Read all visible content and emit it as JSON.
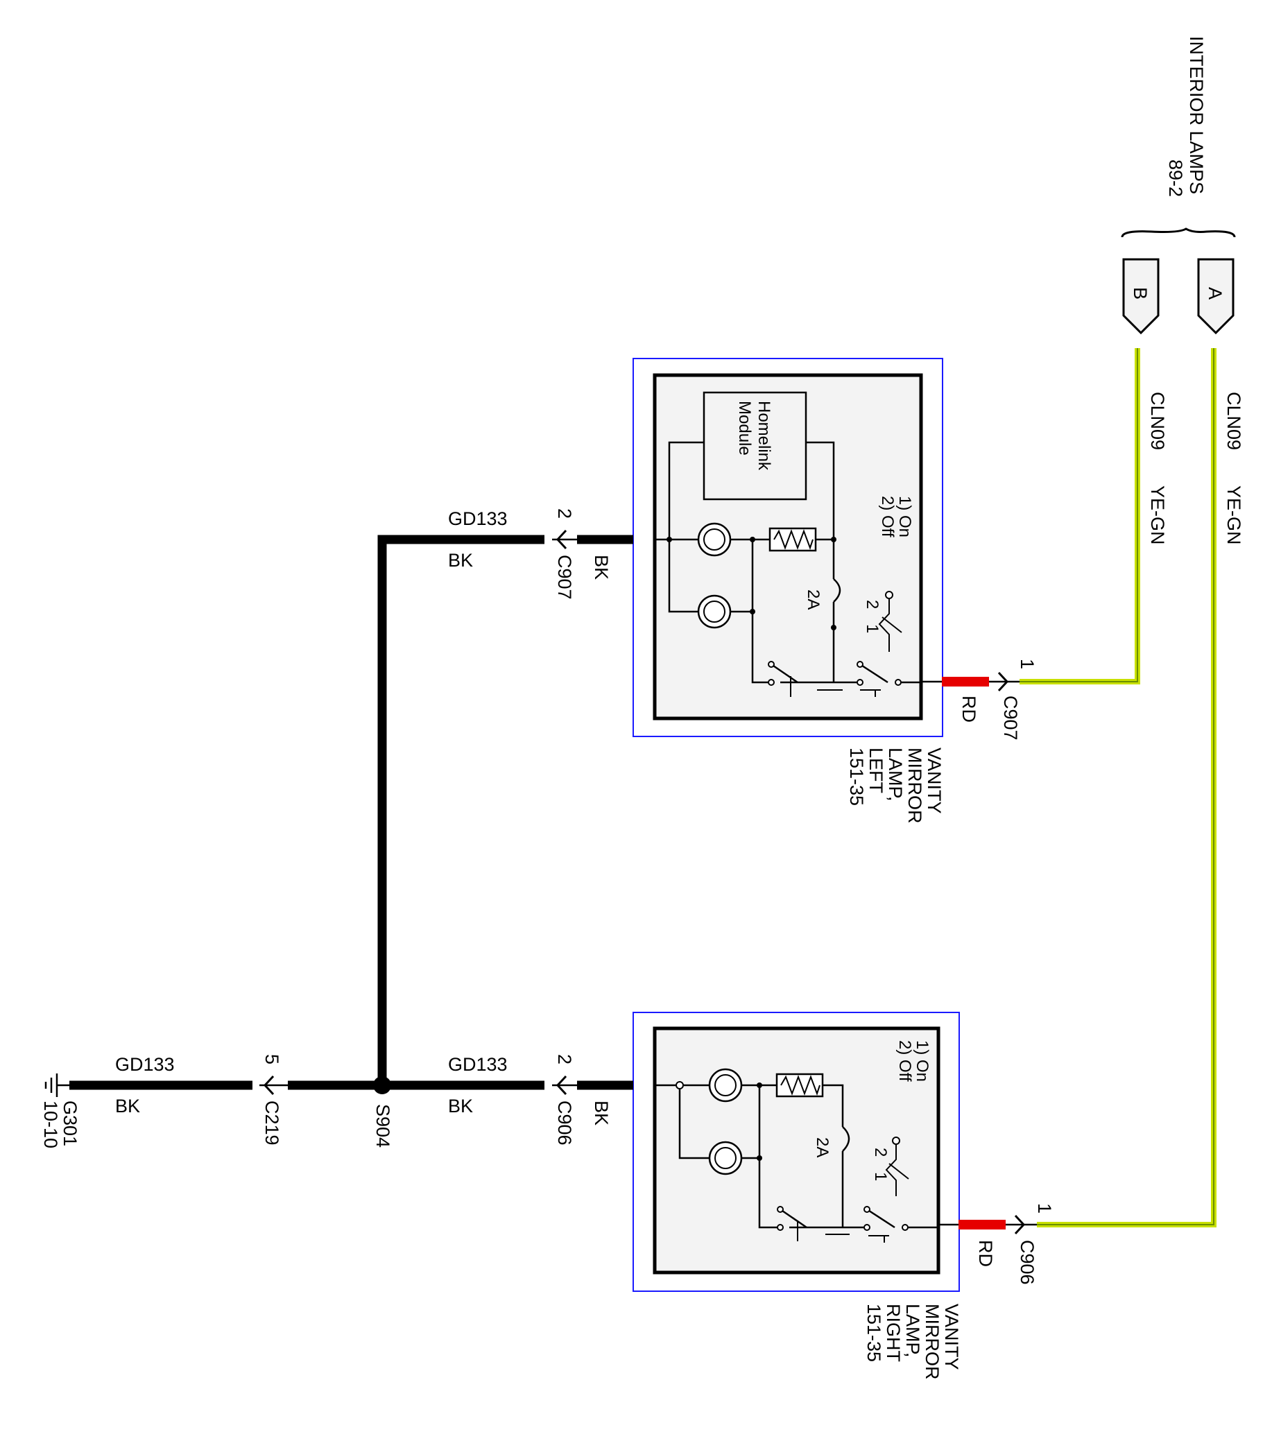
{
  "colors": {
    "wire_black": "#000000",
    "wire_red": "#e60000",
    "wire_yellow_green": "#c8e000",
    "wire_stripe": "#6b8e00",
    "module_border": "#1a1aff",
    "module_fill": "#f3f3f3"
  },
  "reference": {
    "title": "INTERIOR LAMPS",
    "page": "89-2"
  },
  "terminals": {
    "a": "A",
    "b": "B"
  },
  "wires_yg": {
    "circuit": "CLN09",
    "color": "YE-GN"
  },
  "left_lamp": {
    "name_line1": "VANITY",
    "name_line2": "MIRROR",
    "name_line3": "LAMP,",
    "name_line4": "LEFT",
    "page": "151-35",
    "switch_pos_1": "1) On",
    "switch_pos_2": "2) Off",
    "fuse": "2A",
    "switch_num_2": "2",
    "switch_num_1": "1",
    "module_line1": "Homelink",
    "module_line2": "Module",
    "connector_in": "C907",
    "pin_in": "1",
    "color_in": "RD",
    "connector_out": "C907",
    "pin_out": "2",
    "color_out": "BK",
    "circuit_out": "GD133",
    "color_out_harness": "BK"
  },
  "right_lamp": {
    "name_line1": "VANITY",
    "name_line2": "MIRROR",
    "name_line3": "LAMP,",
    "name_line4": "RIGHT",
    "page": "151-35",
    "switch_pos_1": "1) On",
    "switch_pos_2": "2) Off",
    "fuse": "2A",
    "switch_num_2": "2",
    "switch_num_1": "1",
    "connector_in": "C906",
    "pin_in": "1",
    "color_in": "RD",
    "connector_out": "C906",
    "pin_out": "2",
    "color_out": "BK",
    "circuit_out": "GD133",
    "color_out_harness": "BK"
  },
  "splice": {
    "id": "S904"
  },
  "ground_path": {
    "connector": "C219",
    "pin": "5",
    "circuit": "GD133",
    "color": "BK",
    "ground_id": "G301",
    "ground_page": "10-10"
  }
}
